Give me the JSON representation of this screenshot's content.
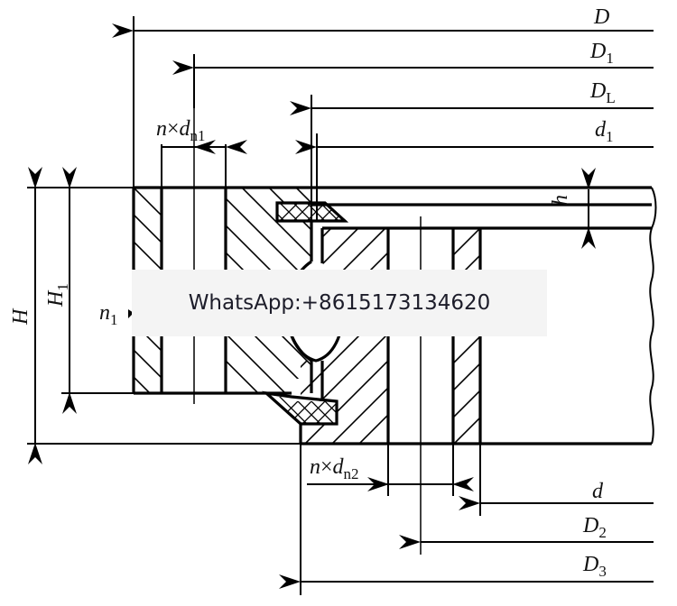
{
  "diagram": {
    "title": "Slewing bearing cross-section with dimensions",
    "dimension_labels": {
      "outer_diameter": {
        "main": "D",
        "sub": ""
      },
      "outer_bolt_circle": {
        "main": "D",
        "sub": "1"
      },
      "outer_ring_inner_diameter": {
        "main": "D",
        "sub": "L"
      },
      "inner_ring_outer_diameter": {
        "main": "d",
        "sub": "1"
      },
      "outer_holes": {
        "prefix": "n",
        "times": "×",
        "main": "d",
        "sub": "n1"
      },
      "total_height": {
        "main": "H",
        "sub": ""
      },
      "outer_ring_height": {
        "main": "H",
        "sub": "1"
      },
      "lubrication_hole": {
        "main": "n",
        "sub": "1"
      },
      "gap_height": {
        "main": "h",
        "sub": ""
      },
      "inner_holes": {
        "prefix": "n",
        "times": "×",
        "main": "d",
        "sub": "n2"
      },
      "inner_diameter": {
        "main": "d",
        "sub": ""
      },
      "inner_bolt_circle": {
        "main": "D",
        "sub": "2"
      },
      "inner_ring_outer": {
        "main": "D",
        "sub": "3"
      }
    }
  },
  "watermark": {
    "text": "WhatsApp:+8615173134620"
  }
}
